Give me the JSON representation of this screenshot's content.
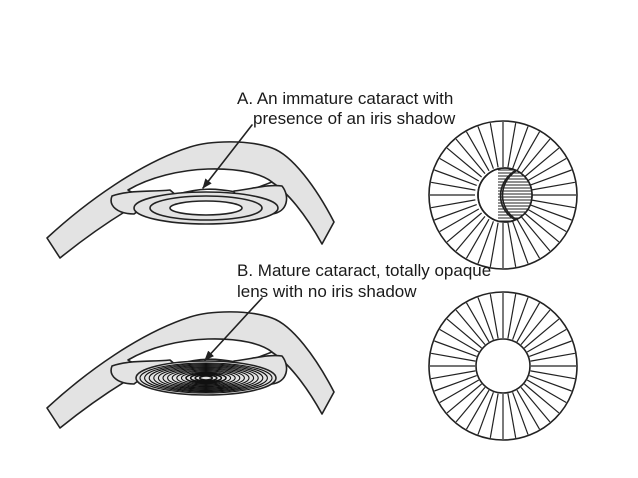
{
  "panels": [
    {
      "id": "A",
      "caption_lines": [
        "A. An immature cataract with",
        "presence of an iris shadow"
      ],
      "lens": "immature",
      "iris_shadow": true
    },
    {
      "id": "B",
      "caption_lines": [
        "B. Mature cataract, totally opaque",
        "lens with no iris shadow"
      ],
      "lens": "mature",
      "iris_shadow": false
    }
  ],
  "colors": {
    "line": "#222222",
    "tissue_fill": "#e3e3e3",
    "background": "#ffffff"
  }
}
